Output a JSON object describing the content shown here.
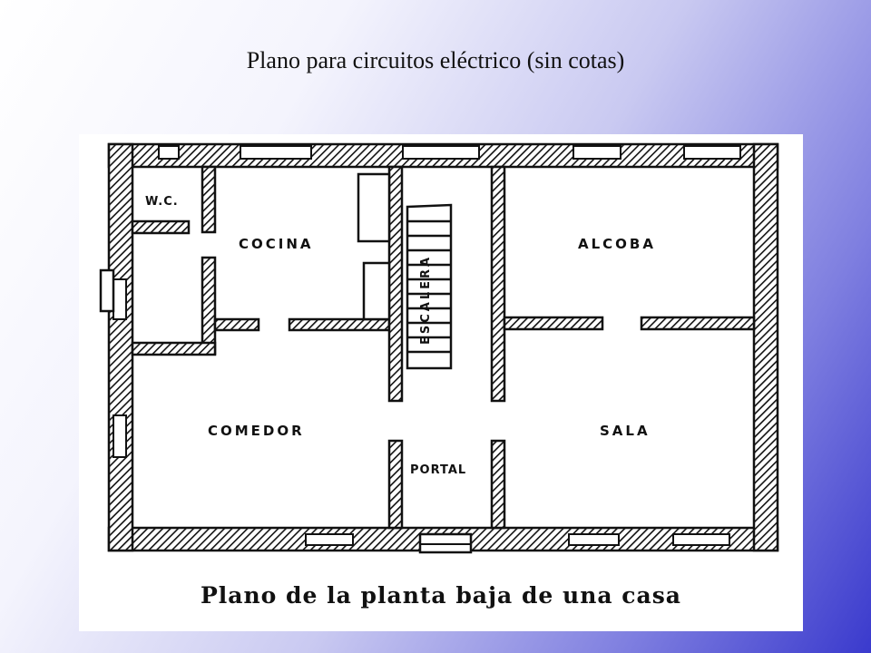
{
  "slide": {
    "title": "Plano para circuitos eléctrico (sin cotas)"
  },
  "plan": {
    "caption": "Plano de la planta baja de una casa",
    "rooms": {
      "wc": "W.C.",
      "cocina": "COCINA",
      "escalera": "ESCALERA",
      "alcoba": "ALCOBA",
      "comedor": "COMEDOR",
      "sala": "SALA",
      "portal": "PORTAL"
    }
  },
  "colors": {
    "wall_fill": "#111111",
    "background_start": "#ffffff",
    "background_end": "#3a3acd"
  }
}
